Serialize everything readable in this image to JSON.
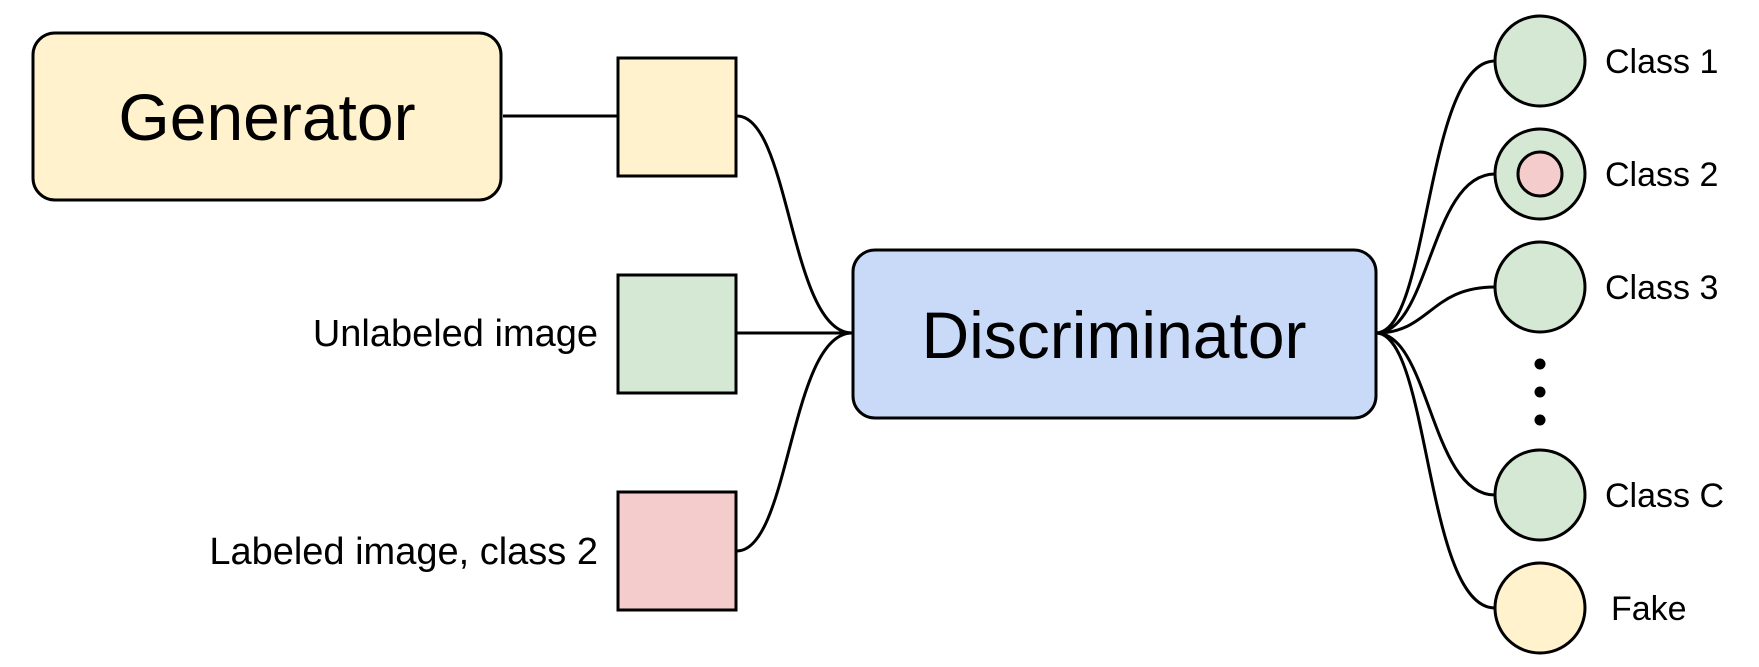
{
  "generator": {
    "label": "Generator"
  },
  "discriminator": {
    "label": "Discriminator"
  },
  "inputs": {
    "unlabeled_label": "Unlabeled image",
    "labeled_label": "Labeled image, class 2"
  },
  "outputs": [
    {
      "label": "Class 1"
    },
    {
      "label": "Class 2"
    },
    {
      "label": "Class 3"
    },
    {
      "label": "Class C"
    },
    {
      "label": "Fake"
    }
  ],
  "colors": {
    "yellow": "#FFF2CC",
    "green": "#D5E8D4",
    "pink": "#F4CCCC",
    "blue": "#C9DAF8",
    "stroke": "#000000"
  }
}
